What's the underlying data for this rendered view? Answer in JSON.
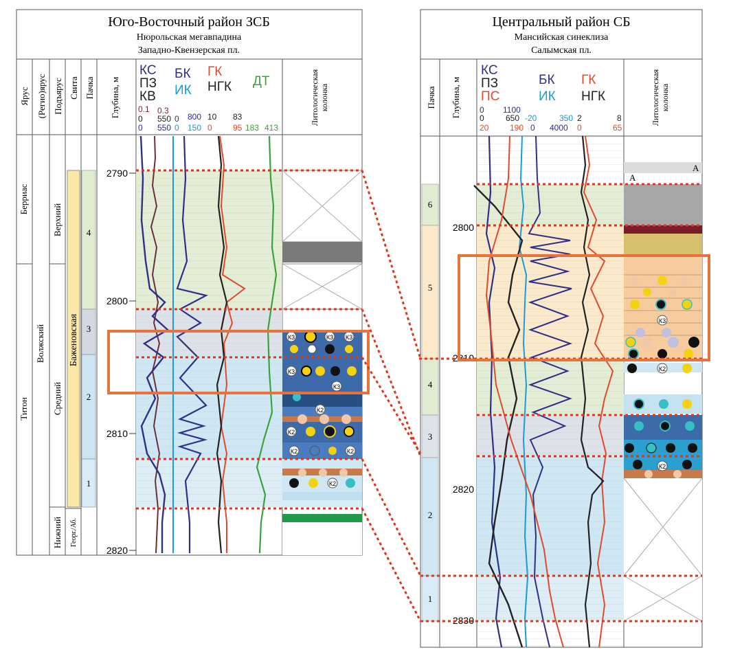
{
  "left": {
    "region": "Юго-Восточный район ЗСБ",
    "subregion": "Нюрольская мегавпадина",
    "area": "Западно-Квензерская пл.",
    "col_headers": [
      "Ярус",
      "(Регио)ярус",
      "Подъярус",
      "Свита",
      "Пачка",
      "Глубина, м",
      "Литологическая колонка"
    ],
    "stages": [
      "Берриас",
      "Титон"
    ],
    "regional": [
      "Волжский"
    ],
    "substages": [
      "Верхний",
      "Средний",
      "Нижний"
    ],
    "formations": [
      "Баженовская",
      "Георг./Аб."
    ],
    "packs": [
      "4",
      "3",
      "2",
      "1"
    ],
    "depths": [
      "2790",
      "2800",
      "2810",
      "2820"
    ],
    "curves_hdr": {
      "ks": "КС",
      "pz": "ПЗ",
      "kv": "КВ",
      "bk": "БК",
      "ik": "ИК",
      "gk": "ГК",
      "ngk": "НГК",
      "dt": "ДТ"
    },
    "scale": {
      "r1": [
        "0.1",
        "0.3"
      ],
      "r2": [
        "0",
        "550",
        "0",
        "800",
        "10",
        "83"
      ],
      "r3": [
        "0",
        "550",
        "0",
        "150",
        "0",
        "95",
        "183",
        "413"
      ]
    }
  },
  "right": {
    "region": "Центральный район СБ",
    "subregion": "Мансийская синеклиза",
    "area": "Салымская пл.",
    "col_headers": [
      "Пачка",
      "Глубина, м",
      "Литологическая колонка"
    ],
    "packs": [
      "6",
      "5",
      "4",
      "3",
      "2",
      "1"
    ],
    "depths": [
      "2800",
      "2810",
      "2820",
      "2830"
    ],
    "curves_hdr": {
      "ks": "КС",
      "pz": "ПЗ",
      "ps": "ПС",
      "bk": "БК",
      "ik": "ИК",
      "gk": "ГК",
      "ngk": "НГК"
    },
    "scale": {
      "r1": [
        "0",
        "1100"
      ],
      "r2": [
        "0",
        "650",
        "-20",
        "350",
        "2",
        "8"
      ],
      "r3": [
        "20",
        "190",
        "0",
        "4000",
        "0",
        "65"
      ]
    },
    "marker": "А"
  },
  "lith_labels": [
    "К3",
    "К2"
  ],
  "colors": {
    "frame": "#333333",
    "accent": "#e8733a",
    "correlation": "#d9391f",
    "ks": "#2e2f86",
    "gk": "#e04a2a",
    "ik": "#1a9ad6",
    "dt": "#3aa23a",
    "ngk": "#222222",
    "kv": "#6a2e3a"
  }
}
